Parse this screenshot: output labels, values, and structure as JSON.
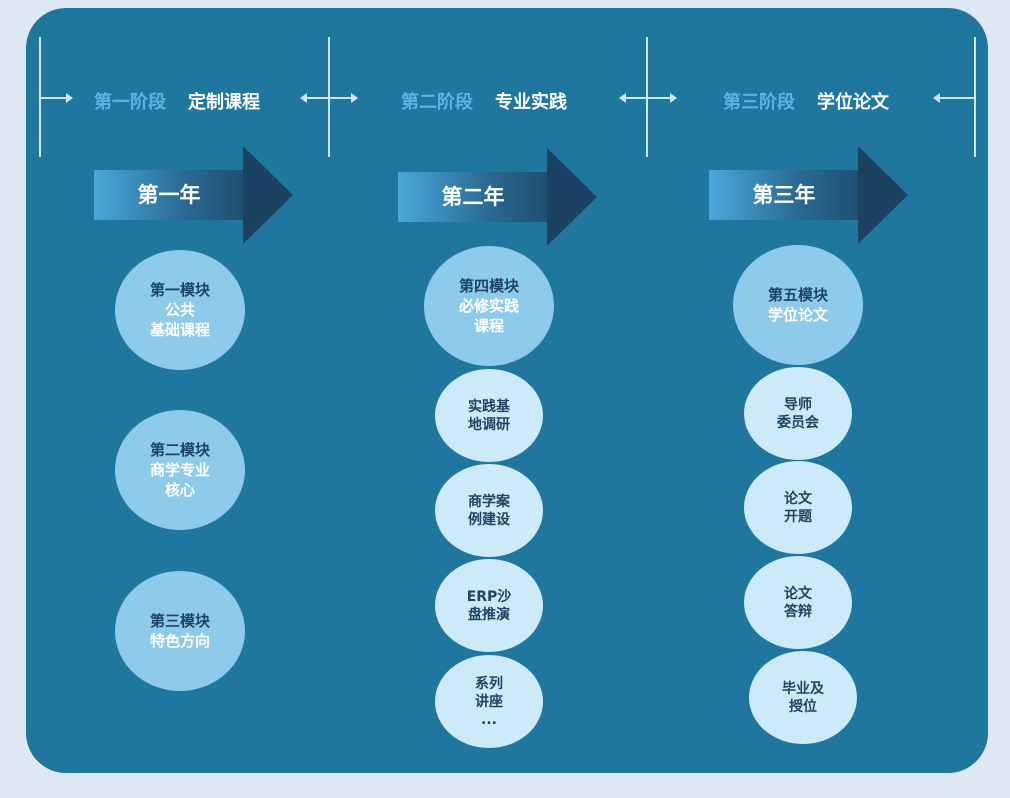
{
  "phases": [
    {
      "name": "第一阶段",
      "title": "定制课程",
      "year": "第一年"
    },
    {
      "name": "第二阶段",
      "title": "专业实践",
      "year": "第二年"
    },
    {
      "name": "第三阶段",
      "title": "学位论文",
      "year": "第三年"
    }
  ],
  "modules": [
    {
      "title": "第一模块",
      "lines": [
        "公共",
        "基础课程"
      ]
    },
    {
      "title": "第二模块",
      "lines": [
        "商学专业",
        "核心"
      ]
    },
    {
      "title": "第三模块",
      "lines": [
        "特色方向"
      ]
    },
    {
      "title": "第四模块",
      "lines": [
        "必修实践",
        "课程"
      ]
    },
    {
      "title": "第五模块",
      "lines": [
        "学位论文"
      ]
    }
  ],
  "practice_items": [
    [
      "实践基",
      "地调研"
    ],
    [
      "商学案",
      "例建设"
    ],
    [
      "ERP沙",
      "盘推演"
    ],
    [
      "系列",
      "讲座",
      "..."
    ]
  ],
  "thesis_items": [
    [
      "导师",
      "委员会"
    ],
    [
      "论文",
      "开题"
    ],
    [
      "论文",
      "答辩"
    ],
    [
      "毕业及",
      "授位"
    ]
  ]
}
